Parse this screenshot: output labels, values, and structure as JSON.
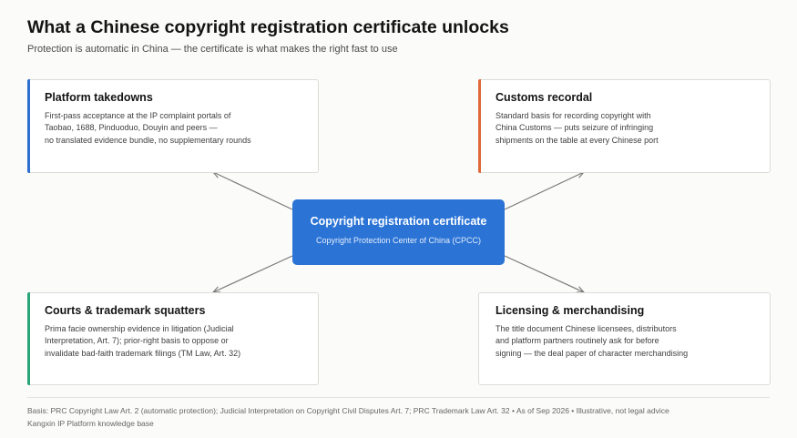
{
  "header": {
    "title": "What a Chinese copyright registration certificate unlocks",
    "subtitle": "Protection is automatic in China — the certificate is what makes the right fast to use"
  },
  "hub": {
    "title": "Copyright registration certificate",
    "subtitle": "Copyright Protection Center of China (CPCC)",
    "color": "#2b74d6"
  },
  "cards": [
    {
      "title": "Platform takedowns",
      "lines": [
        "First-pass acceptance at the IP complaint portals of",
        "Taobao, 1688, Pinduoduo, Douyin and peers —",
        "no translated evidence bundle, no supplementary rounds"
      ],
      "accent": "#2f6fcf"
    },
    {
      "title": "Customs recordal",
      "lines": [
        "Standard basis for recording copyright with",
        "China Customs — puts seizure of infringing",
        "shipments on the table at every Chinese port"
      ],
      "accent": "#e0693a"
    },
    {
      "title": "Courts & trademark squatters",
      "lines": [
        "Prima facie ownership evidence in litigation (Judicial",
        "Interpretation, Art. 7); prior-right basis to oppose or",
        "invalidate bad-faith trademark filings (TM Law, Art. 32)"
      ],
      "accent": "#2aa57a"
    },
    {
      "title": "Licensing & merchandising",
      "lines": [
        "The title document Chinese licensees, distributors",
        "and platform partners routinely ask for before",
        "signing — the deal paper of character merchandising"
      ],
      "accent": ""
    }
  ],
  "footer": {
    "basis": "Basis: PRC Copyright Law Art. 2 (automatic protection); Judicial Interpretation on Copyright Civil Disputes Art. 7; PRC Trademark Law Art. 32  •  As of Sep 2026  •  Illustrative, not legal advice",
    "source": "Kangxin IP Platform knowledge base"
  }
}
